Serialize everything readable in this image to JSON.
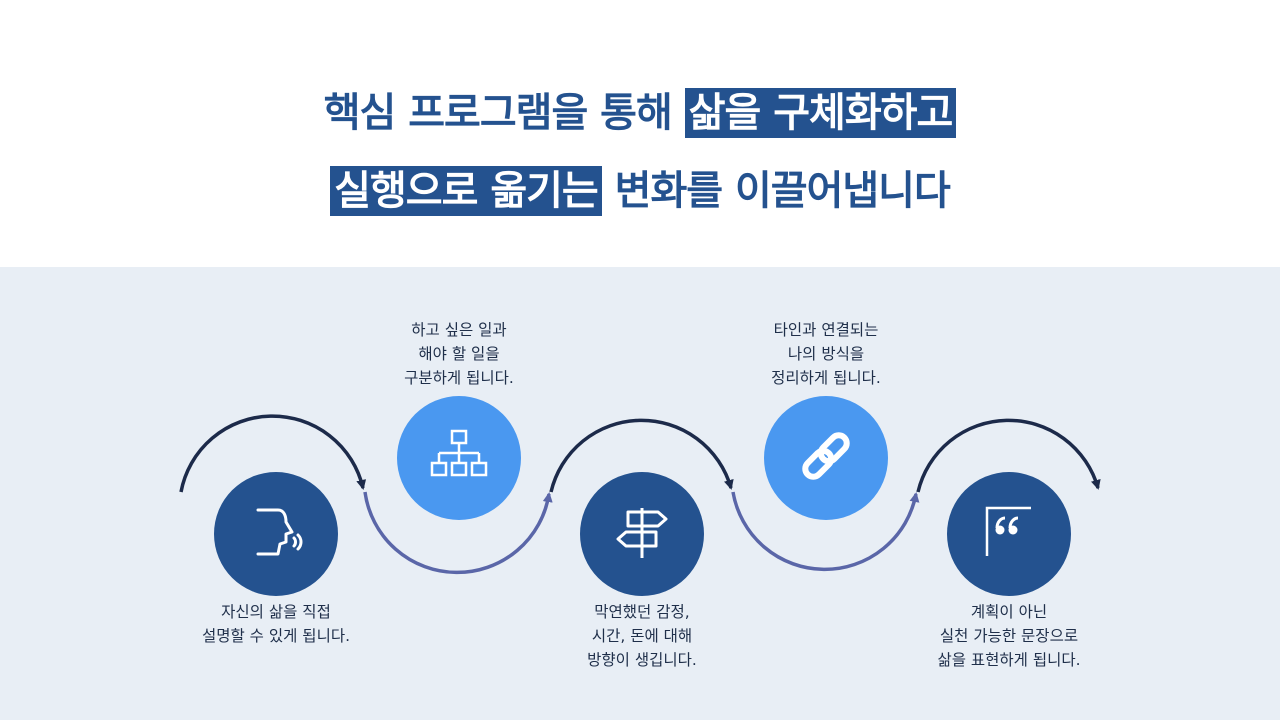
{
  "headline": {
    "line1_plain": "핵심 프로그램을 통해 ",
    "line1_highlight": "삶을 구체화하고",
    "line2_highlight": "실행으로 옮기는",
    "line2_plain": " 변화를 이끌어냅니다"
  },
  "steps": [
    {
      "icon": "speaking-person-icon",
      "lines": [
        "자신의 삶을 직접",
        "설명할 수 있게 됩니다."
      ]
    },
    {
      "icon": "hierarchy-icon",
      "lines": [
        "하고 싶은 일과",
        "해야 할 일을",
        "구분하게 됩니다."
      ]
    },
    {
      "icon": "signpost-icon",
      "lines": [
        "막연했던 감정,",
        "시간, 돈에 대해",
        "방향이 생깁니다."
      ]
    },
    {
      "icon": "link-icon",
      "lines": [
        "타인과 연결되는",
        "나의 방식을",
        "정리하게 됩니다."
      ]
    },
    {
      "icon": "quote-icon",
      "lines": [
        "계획이 아닌",
        "실천 가능한 문장으로",
        "삶을 표현하게 됩니다."
      ]
    }
  ],
  "colors": {
    "primary": "#24528f",
    "accent": "#4a98f0",
    "arc_dark": "#1c2a4a",
    "arc_light": "#5a66a8",
    "panel": "#e8eef5"
  }
}
